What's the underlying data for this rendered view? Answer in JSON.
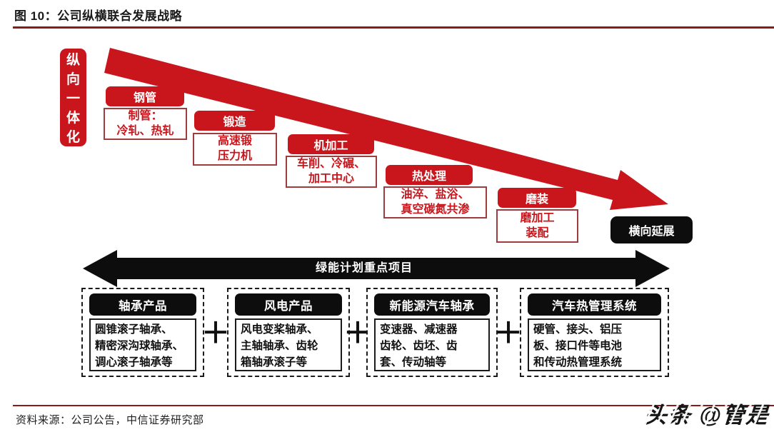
{
  "page": {
    "title": "图 10：公司纵横联合发展战略",
    "source": "资料来源：公司公告，中信证券研究部",
    "watermark": "头条 @管是"
  },
  "diagram": {
    "vertical_label": "纵向一体化",
    "horizontal_label": "横向延展",
    "steps": [
      {
        "label": "钢管",
        "detail": "制管：\n冷轧、热轧"
      },
      {
        "label": "锻造",
        "detail": "高速锻\n压力机"
      },
      {
        "label": "机加工",
        "detail": "车削、冷碾、\n加工中心"
      },
      {
        "label": "热处理",
        "detail": "油淬、盐浴、\n真空碳氮共渗"
      },
      {
        "label": "磨装",
        "detail": "磨加工\n装配"
      }
    ],
    "green_plan_label": "绿能计划重点项目",
    "plus": "＋",
    "groups": [
      {
        "title": "轴承产品",
        "detail": "圆锥滚子轴承、\n精密深沟球轴承、\n调心滚子轴承等"
      },
      {
        "title": "风电产品",
        "detail": "风电变桨轴承、\n主轴轴承、齿轮\n箱轴承滚子等"
      },
      {
        "title": "新能源汽车轴承",
        "detail": "变速器、减速器\n齿轮、齿坯、齿\n套、传动轴等"
      },
      {
        "title": "汽车热管理系统",
        "detail": "硬管、接头、铝压\n板、接口件等电池\n和传动热管理系统"
      }
    ]
  },
  "colors": {
    "arrow_red": "#C9161D",
    "rule_dark_red": "#8B1A1A",
    "black": "#0d0d0d",
    "detail_border_maroon": "#A03B3E"
  }
}
